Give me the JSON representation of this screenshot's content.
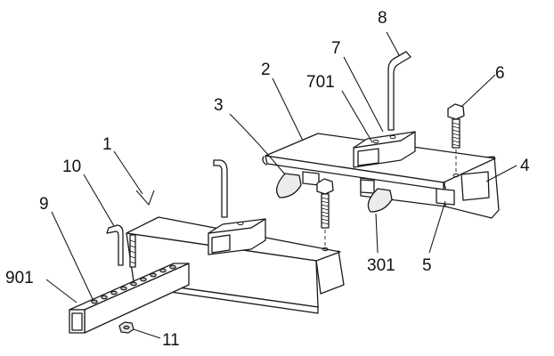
{
  "labels": {
    "l1": "1",
    "l2": "2",
    "l3": "3",
    "l4": "4",
    "l5": "5",
    "l6": "6",
    "l7": "7",
    "l8": "8",
    "l9": "9",
    "l10": "10",
    "l11": "11",
    "l301": "301",
    "l701": "701",
    "l901": "901"
  }
}
